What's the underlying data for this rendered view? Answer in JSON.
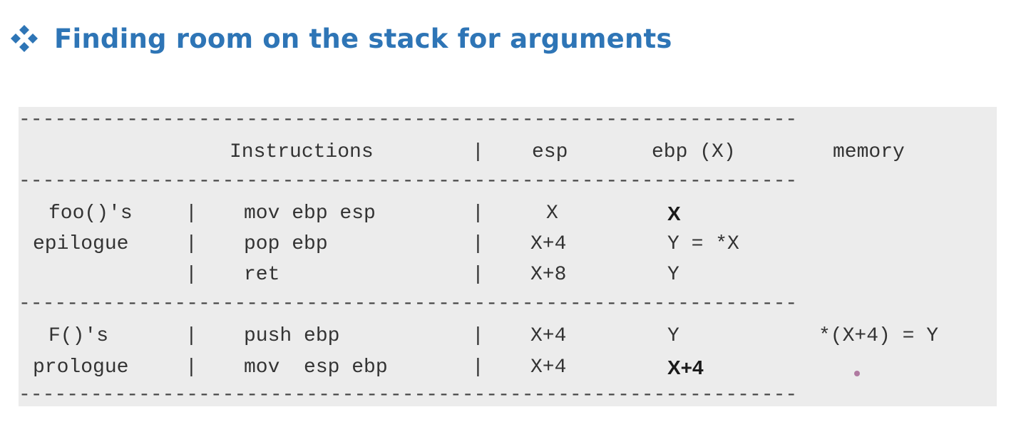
{
  "title": {
    "bullet_icon": "diamond-bullet-icon",
    "text": "Finding room on the stack for arguments",
    "color": "#2e75b6"
  },
  "separator": "-----------------------------------------------------------------",
  "header": {
    "instructions": "Instructions",
    "bar": "|",
    "esp": "esp",
    "ebp": "ebp (X)",
    "memory": "memory"
  },
  "rows": [
    {
      "label": "foo()'s",
      "bar1": "|",
      "instr": "mov ebp esp",
      "bar2": "|",
      "esp": "X",
      "ebp": "X",
      "memory": ""
    },
    {
      "label": "epilogue",
      "bar1": "|",
      "instr": "pop ebp",
      "bar2": "|",
      "esp": "X+4",
      "ebp": "Y = *X",
      "memory": ""
    },
    {
      "label": "",
      "bar1": "|",
      "instr": "ret",
      "bar2": "|",
      "esp": "X+8",
      "ebp": "Y",
      "memory": ""
    },
    {
      "label": "F()'s",
      "bar1": "|",
      "instr": "push ebp",
      "bar2": "|",
      "esp": "X+4",
      "ebp": "Y",
      "memory": "*(X+4) = Y"
    },
    {
      "label": "prologue",
      "bar1": "|",
      "instr": "mov  esp ebp",
      "bar2": "|",
      "esp": "X+4",
      "ebp": "X+4",
      "memory": ""
    }
  ]
}
